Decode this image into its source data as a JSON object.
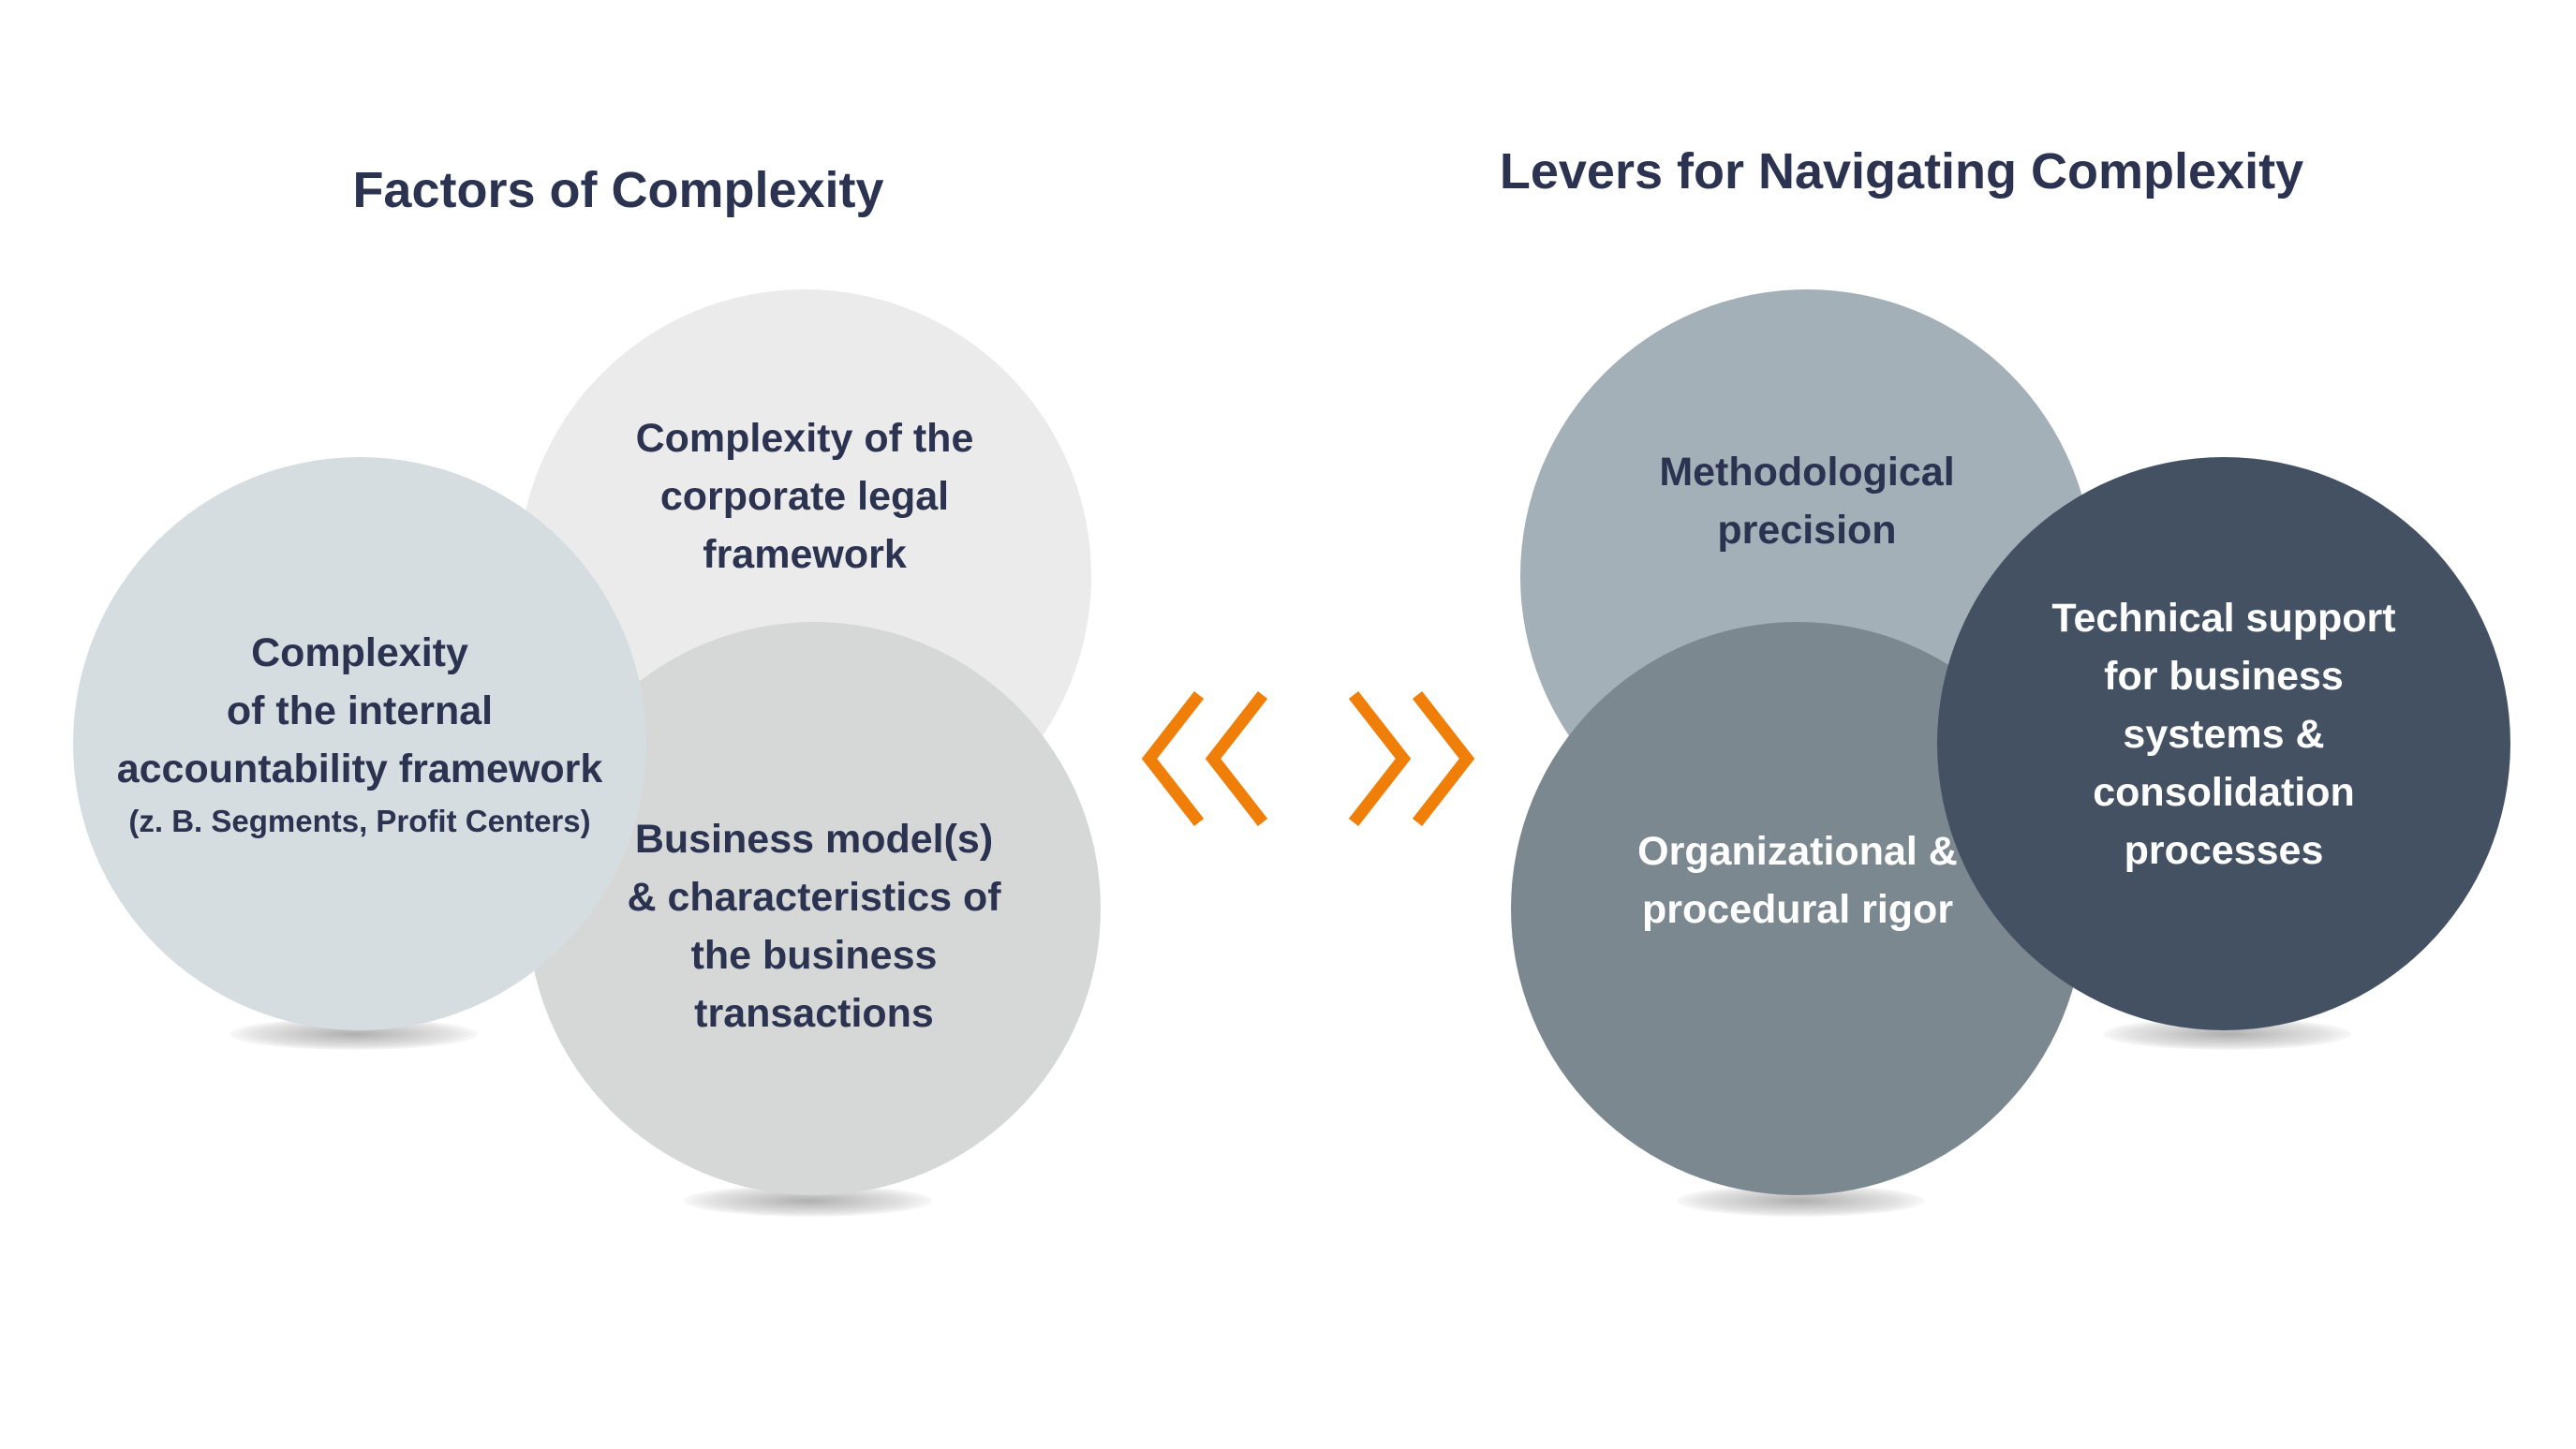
{
  "left_heading": "Factors of Complexity",
  "right_heading": "Levers for Navigating Complexity",
  "factors": {
    "corporate": [
      "Complexity of the",
      "corporate legal",
      "framework"
    ],
    "internal": [
      "Complexity",
      "of the internal",
      "accountability framework"
    ],
    "internal_note": "(z. B. Segments, Profit Centers)",
    "business": [
      "Business model(s)",
      "& characteristics of",
      "the business",
      "transactions"
    ]
  },
  "levers": {
    "method": [
      "Methodological",
      "precision"
    ],
    "org": [
      "Organizational &",
      "procedural rigor"
    ],
    "tech": [
      "Technical support",
      "for business",
      "systems &",
      "consolidation",
      "processes"
    ]
  },
  "colors": {
    "heading": "#2b3350",
    "arrow": "#f07f09",
    "corporate": "#ebebeb",
    "internal": "#d6dde1",
    "business": "#d6d8d8",
    "method": "#a3b0b7",
    "org": "#7c8890",
    "tech": "#435163"
  },
  "icons": {
    "left_arrow": "double-chevron-left-icon",
    "right_arrow": "double-chevron-right-icon"
  }
}
